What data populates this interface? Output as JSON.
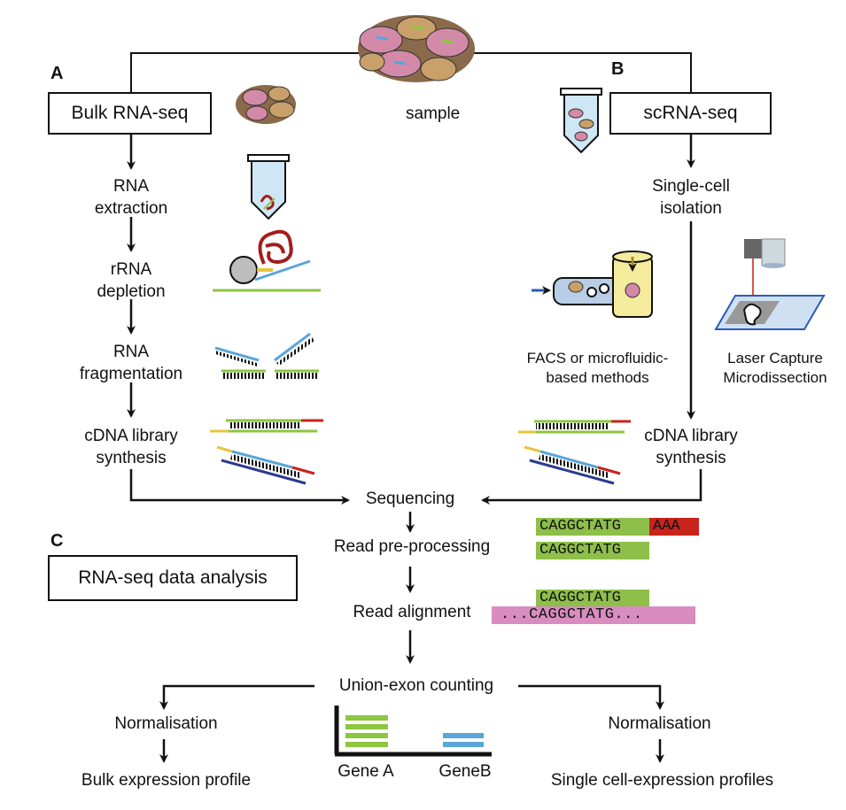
{
  "panels": {
    "a": {
      "letter": "A",
      "title": "Bulk RNA-seq"
    },
    "b": {
      "letter": "B",
      "title": "scRNA-seq"
    },
    "c": {
      "letter": "C",
      "title": "RNA-seq data analysis"
    }
  },
  "sample_label": "sample",
  "bulk_steps": {
    "rna_extraction": [
      "RNA",
      "extraction"
    ],
    "rrna_depletion": [
      "rRNA",
      "depletion"
    ],
    "rna_fragmentation": [
      "RNA",
      "fragmentation"
    ],
    "cdna_synthesis": [
      "cDNA library",
      "synthesis"
    ]
  },
  "sc_steps": {
    "isolation": [
      "Single-cell",
      "isolation"
    ],
    "facs": [
      "FACS or microfluidic-",
      "based methods"
    ],
    "lcm": [
      "Laser Capture",
      "Microdissection"
    ],
    "cdna_synthesis": [
      "cDNA library",
      "synthesis"
    ]
  },
  "pipeline": {
    "sequencing": "Sequencing",
    "preprocessing": "Read pre-processing",
    "alignment": "Read alignment",
    "counting": "Union-exon counting",
    "normalisation_left": "Normalisation",
    "normalisation_right": "Normalisation",
    "bulk_profile": "Bulk expression profile",
    "sc_profile": "Single cell-expression profiles"
  },
  "reads": {
    "raw_read": "CAGGCTATG",
    "adapter": "AAA",
    "trimmed_read": "CAGGCTATG",
    "aligned_read": "CAGGCTATG",
    "reference": "...CAGGCTATG..."
  },
  "genes": {
    "gene_a": "Gene A",
    "gene_b": "GeneB"
  },
  "colors": {
    "read_green": "#8dbf4a",
    "adapter_red": "#c8241c",
    "reference_pink": "#d98cc0",
    "gene_a_bar": "#8dc63f",
    "gene_b_bar": "#5aa6d8",
    "tube_yellow": "#f5eb9c",
    "laser_red": "#d9534f"
  }
}
